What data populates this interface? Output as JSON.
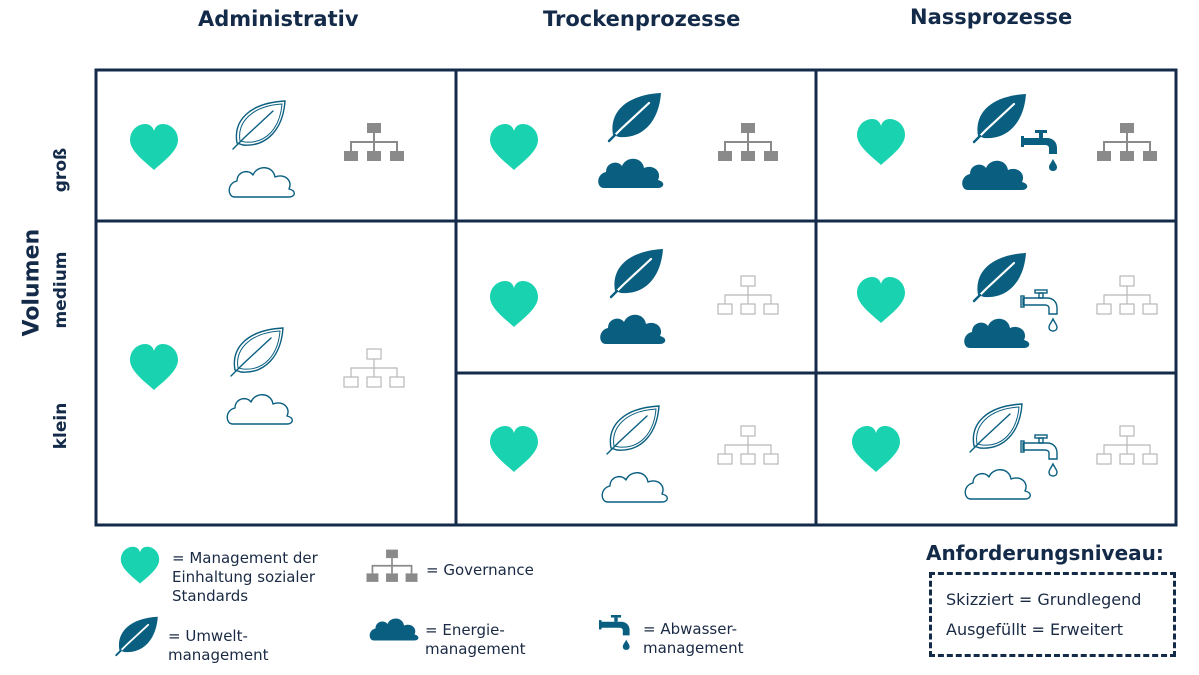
{
  "columns": [
    "Administrativ",
    "Trockenprozesse",
    "Nassprozesse"
  ],
  "axis_title": "Volumen",
  "rows": [
    "groß",
    "medium",
    "klein"
  ],
  "colors": {
    "heart": "#19d3b0",
    "filled": "#0a5f80",
    "outline": "#0a5f80",
    "governance_filled": "#8a8a8a",
    "governance_outline": "#b8b8b8",
    "line": "#132a49"
  },
  "cells": [
    {
      "id": "admin-gross-medium",
      "column": "Administrativ",
      "rows": [
        "groß"
      ],
      "social": "filled",
      "environment": "outline",
      "energy": "outline",
      "governance": "filled",
      "wastewater": "none"
    },
    {
      "id": "admin-medium-klein",
      "column": "Administrativ",
      "rows": [
        "medium",
        "klein"
      ],
      "social": "filled",
      "environment": "outline",
      "energy": "outline",
      "governance": "outline",
      "wastewater": "none"
    },
    {
      "id": "trocken-gross",
      "column": "Trockenprozesse",
      "rows": [
        "groß"
      ],
      "social": "filled",
      "environment": "filled",
      "energy": "filled",
      "governance": "filled",
      "wastewater": "none"
    },
    {
      "id": "trocken-medium",
      "column": "Trockenprozesse",
      "rows": [
        "medium"
      ],
      "social": "filled",
      "environment": "filled",
      "energy": "filled",
      "governance": "outline",
      "wastewater": "none"
    },
    {
      "id": "trocken-klein",
      "column": "Trockenprozesse",
      "rows": [
        "klein"
      ],
      "social": "filled",
      "environment": "outline",
      "energy": "outline",
      "governance": "outline",
      "wastewater": "none"
    },
    {
      "id": "nass-gross",
      "column": "Nassprozesse",
      "rows": [
        "groß"
      ],
      "social": "filled",
      "environment": "filled",
      "energy": "filled",
      "governance": "filled",
      "wastewater": "filled"
    },
    {
      "id": "nass-medium",
      "column": "Nassprozesse",
      "rows": [
        "medium"
      ],
      "social": "filled",
      "environment": "filled",
      "energy": "filled",
      "governance": "outline",
      "wastewater": "outline"
    },
    {
      "id": "nass-klein",
      "column": "Nassprozesse",
      "rows": [
        "klein"
      ],
      "social": "filled",
      "environment": "outline",
      "energy": "outline",
      "governance": "outline",
      "wastewater": "outline"
    }
  ],
  "legend": {
    "social": "= Management der Einhaltung sozialer Standards",
    "governance": "= Governance",
    "environment": "= Umwelt-management",
    "energy": "= Energie-management",
    "wastewater": "= Abwasser-management"
  },
  "requirement": {
    "title": "Anforderungsniveau:",
    "line1": "Skizziert = Grundlegend",
    "line2": "Ausgefüllt = Erweitert"
  }
}
